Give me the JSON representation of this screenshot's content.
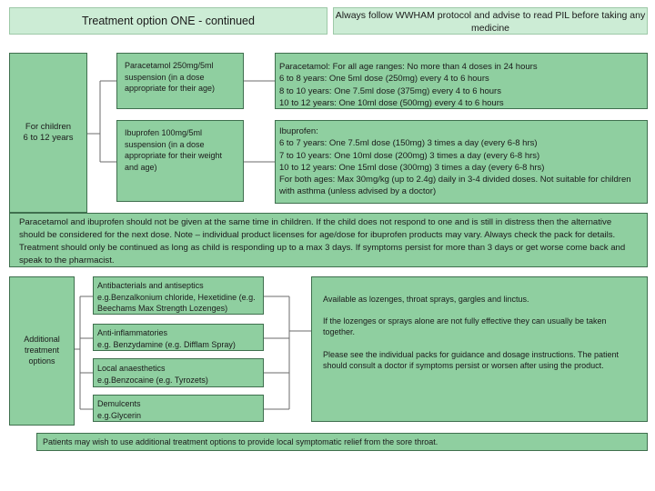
{
  "header": {
    "left_title": "Treatment option ONE - continued",
    "right_title": "Always follow WWHAM protocol and advise to read PIL before taking any medicine"
  },
  "children_section": {
    "side_label": "For children\n6 to 12 years",
    "paracetamol_product": "Paracetamol 250mg/5ml suspension (in a dose appropriate for their age)",
    "paracetamol_dosing": "Paracetamol: For all age ranges: No more than 4 doses in 24 hours\n6 to 8 years: One 5ml dose (250mg) every 4 to 6 hours\n8 to 10 years: One 7.5ml dose (375mg) every 4 to 6 hours\n10 to 12 years: One 10ml dose (500mg) every 4 to 6 hours",
    "ibuprofen_product": "Ibuprofen 100mg/5ml suspension (in a dose appropriate for their weight and age)",
    "ibuprofen_dosing": "Ibuprofen:\n6 to 7 years: One 7.5ml dose (150mg) 3 times a day (every 6-8 hrs)\n7 to 10 years: One 10ml dose (200mg) 3 times a day (every 6-8 hrs)\n10 to 12 years: One 15ml dose (300mg) 3 times a day (every 6-8 hrs)\nFor both ages: Max 30mg/kg (up to 2.4g) daily in 3-4 divided doses. Not suitable for children with asthma (unless advised by a doctor)"
  },
  "warning_note": "Paracetamol and ibuprofen should not be given at the same time in children. If the child does not respond to one and is still in distress then the alternative should be considered for the next dose. Note – individual product licenses for age/dose for ibuprofen products may vary. Always check the pack for details. Treatment should only be continued as long as child is responding up to a max 3 days. If symptoms persist for more than 3 days or get worse come back and speak to the pharmacist.",
  "additional_section": {
    "side_label": "Additional\ntreatment\noptions",
    "options": [
      {
        "text": "Antibacterials and antiseptics\ne.g.Benzalkonium chloride, Hexetidine (e.g. Beechams Max Strength Lozenges)"
      },
      {
        "text": "Anti-inflammatories\ne.g. Benzydamine (e.g. Difflam Spray)"
      },
      {
        "text": "Local anaesthetics\ne.g.Benzocaine (e.g. Tyrozets)"
      },
      {
        "text": "Demulcents\ne.g.Glycerin"
      }
    ],
    "info": "Available as lozenges, throat sprays, gargles and linctus.\n\nIf the lozenges or sprays alone are not fully effective they can usually be taken together.\n\nPlease see the individual packs for guidance and dosage instructions. The patient should consult a doctor if symptoms persist or worsen after using the product."
  },
  "footer_note": "Patients may wish to use additional treatment options to provide local symptomatic relief from the sore throat."
}
